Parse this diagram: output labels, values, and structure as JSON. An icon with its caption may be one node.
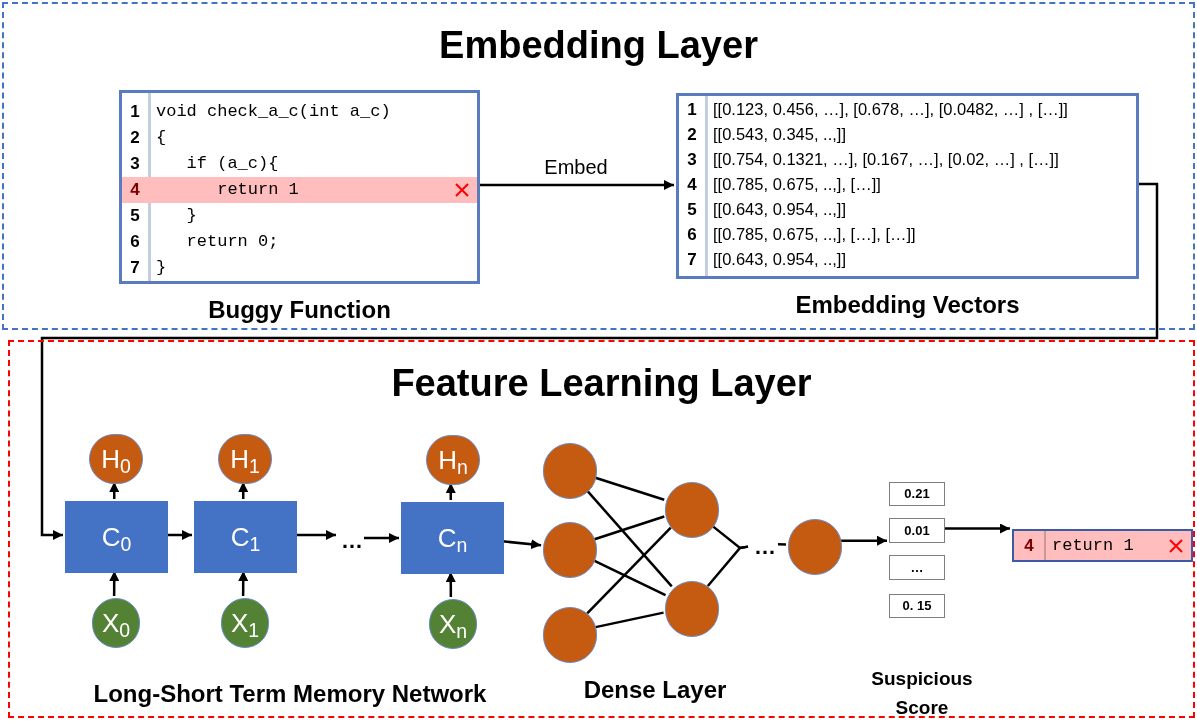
{
  "diagram": {
    "nodes": [
      {
        "text": [
          "Embedding Layer"
        ]
      },
      {
        "text": [
          "1",
          "void check_a_c(int a_c)",
          "2",
          "{",
          "3",
          "   if (a_c){",
          "4",
          "      return 1",
          "5",
          "   }",
          "6",
          "   return 0;",
          "7",
          "}"
        ],
        "in": 0,
        "beside": [
          "Buggy Function"
        ]
      },
      {
        "text": [
          "1",
          "[[0.123, 0.456, …], [0.678, …], [0.0482, …] , […]]",
          "2",
          "[[0.543, 0.345, ..,]]",
          "3",
          "[[0.754, 0.1321, …], [0.167, …], [0.02, …] , […]]",
          "4",
          "[[0.785, 0.675, ..,], […]]",
          "5",
          "[[0.643, 0.954, ..,]]",
          "6",
          "[[0.785, 0.675, ..,], […], […]]",
          "7",
          "[[0.643, 0.954, ..,]]"
        ],
        "in": 0,
        "beside": [
          "Embedding Vectors"
        ]
      },
      {
        "text": [
          "Feature Learning Layer"
        ]
      },
      {
        "text": [
          "H$_{0}$"
        ],
        "in": 3
      },
      {
        "text": [
          "H$_{1}$"
        ],
        "in": 3
      },
      {
        "text": [
          "H$_{n}$"
        ],
        "in": 3
      },
      {
        "text": [
          "C$_{0}$"
        ],
        "in": 3
      },
      {
        "text": [
          "C$_{1}$"
        ],
        "in": 3
      },
      {
        "text": [
          "C$_{n}$"
        ],
        "in": 3
      },
      {
        "text": [
          "X$_{0}$"
        ],
        "in": 3
      },
      {
        "text": [
          "X$_{1}$"
        ],
        "in": 3
      },
      {
        "text": [
          "X$_{n}$"
        ],
        "in": 3
      },
      {
        "text": [
          "…"
        ],
        "in": 3
      },
      {
        "text": [],
        "shape": "circle",
        "in": 3
      },
      {
        "text": [],
        "shape": "circle",
        "in": 3
      },
      {
        "text": [],
        "shape": "circle",
        "in": 3
      },
      {
        "text": [],
        "shape": "circle",
        "in": 3
      },
      {
        "text": [],
        "shape": "circle",
        "in": 3
      },
      {
        "text": [
          "…"
        ],
        "in": 3
      },
      {
        "text": [],
        "shape": "circle",
        "in": 3
      },
      {
        "text": [
          "0.21"
        ],
        "in": 3
      },
      {
        "text": [
          "0.01"
        ],
        "in": 3
      },
      {
        "text": [
          "…"
        ],
        "in": 3
      },
      {
        "text": [
          "0. 15"
        ],
        "in": 3
      },
      {
        "text": [
          "4",
          "return 1"
        ],
        "in": 3
      }
    ],
    "edges": [
      {
        "from": 1,
        "to": 2,
        "arrow": "to",
        "label": "Embed"
      },
      {
        "from": 2,
        "to": 7,
        "arrow": "to"
      },
      {
        "from": 10,
        "to": 7,
        "arrow": "to"
      },
      {
        "from": 7,
        "to": 4,
        "arrow": "to"
      },
      {
        "from": 7,
        "to": 8,
        "arrow": "to"
      },
      {
        "from": 11,
        "to": 8,
        "arrow": "to"
      },
      {
        "from": 8,
        "to": 5,
        "arrow": "to"
      },
      {
        "from": 8,
        "to": 13,
        "arrow": "to"
      },
      {
        "from": 13,
        "to": 9,
        "arrow": "to"
      },
      {
        "from": 12,
        "to": 9,
        "arrow": "to"
      },
      {
        "from": 9,
        "to": 6,
        "arrow": "to"
      },
      {
        "from": 9,
        "to": 15,
        "arrow": "to"
      },
      {
        "from": 14,
        "to": 17,
        "arrow": "none"
      },
      {
        "from": 14,
        "to": 18,
        "arrow": "none"
      },
      {
        "from": 15,
        "to": 17,
        "arrow": "none"
      },
      {
        "from": 15,
        "to": 18,
        "arrow": "none"
      },
      {
        "from": 16,
        "to": 17,
        "arrow": "none"
      },
      {
        "from": 16,
        "to": 18,
        "arrow": "none"
      },
      {
        "from": 17,
        "to": 19,
        "arrow": "none"
      },
      {
        "from": 18,
        "to": 19,
        "arrow": "none"
      },
      {
        "from": 19,
        "to": 20,
        "arrow": "none"
      },
      {
        "from": 20,
        "to": 22,
        "arrow": "to"
      },
      {
        "from": 22,
        "to": 25,
        "arrow": "to"
      }
    ],
    "labels": [
      "Long-Short Term Memory Network",
      "Dense Layer",
      "Suspicious Score"
    ]
  }
}
